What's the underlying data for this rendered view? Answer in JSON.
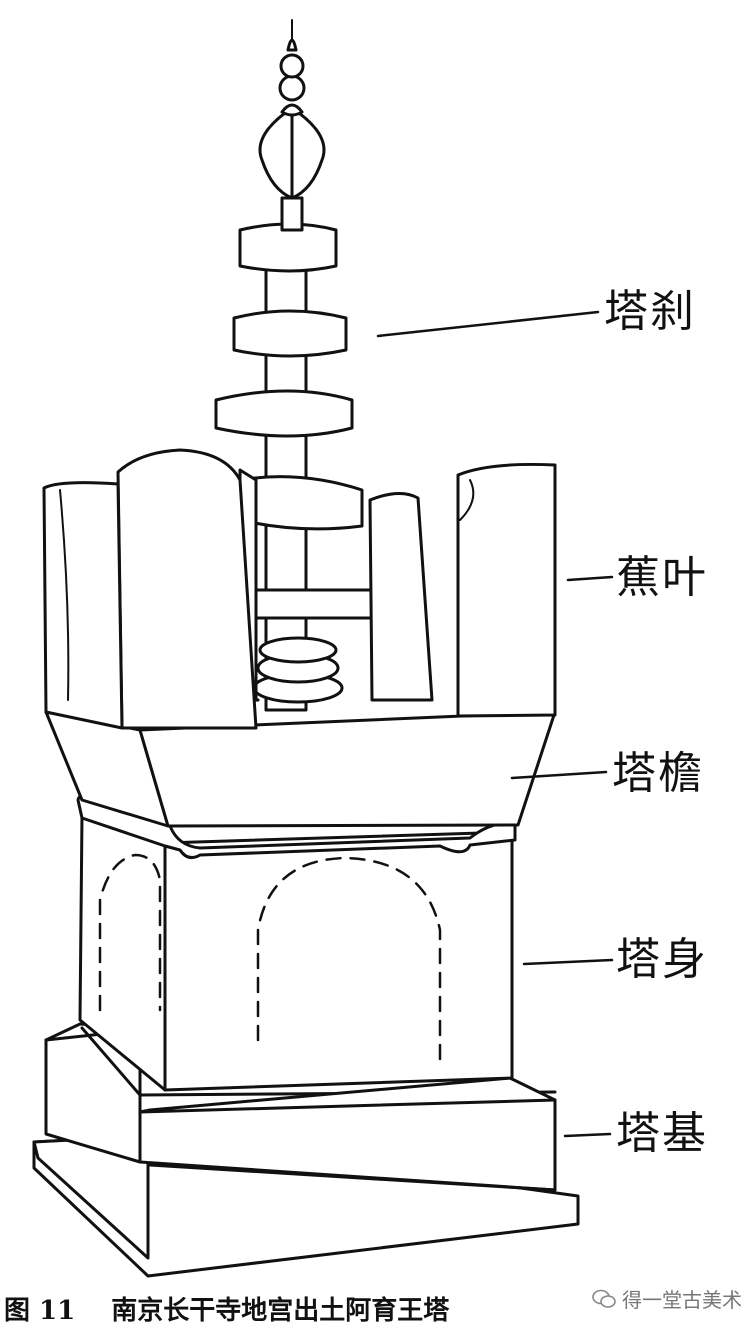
{
  "labels": {
    "spire": "塔刹",
    "plantain_leaf": "蕉叶",
    "eaves": "塔檐",
    "body": "塔身",
    "base": "塔基"
  },
  "caption": {
    "figure_number": "图 11",
    "title": "南京长干寺地宫出土阿育王塔"
  },
  "watermark": {
    "icon": "wechat-icon",
    "text": "得一堂古美术"
  }
}
